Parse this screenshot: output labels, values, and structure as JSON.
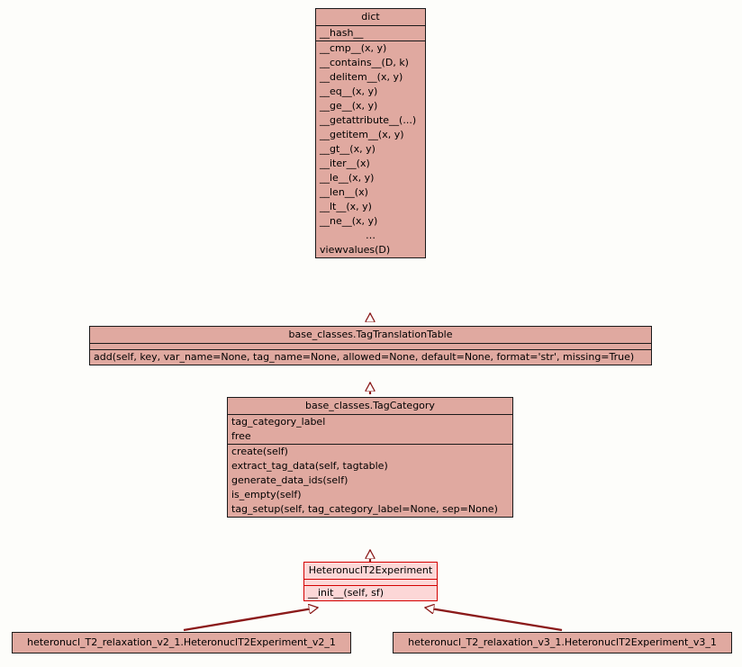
{
  "diagram": {
    "kind": "uml-class-inheritance-diagram",
    "background_color": "#fdfdfa",
    "node_fill": "#e0a9a0",
    "node_border": "#1a1a1a",
    "highlight_fill": "#fcd7d7",
    "highlight_border": "#d40000",
    "edge_color": "#8b1a1a",
    "arrowhead": "hollow-triangle-inheritance"
  },
  "nodes": {
    "dict": {
      "title": "dict",
      "attributes": [
        "__hash__"
      ],
      "methods": [
        "__cmp__(x, y)",
        "__contains__(D, k)",
        "__delitem__(x, y)",
        "__eq__(x, y)",
        "__ge__(x, y)",
        "__getattribute__(...)",
        "__getitem__(x, y)",
        "__gt__(x, y)",
        "__iter__(x)",
        "__le__(x, y)",
        "__len__(x)",
        "__lt__(x, y)",
        "__ne__(x, y)",
        "…",
        "viewvalues(D)"
      ]
    },
    "tag_translation_table": {
      "title": "base_classes.TagTranslationTable",
      "attributes": [],
      "methods": [
        "add(self, key, var_name=None, tag_name=None, allowed=None, default=None, format='str', missing=True)"
      ]
    },
    "tag_category": {
      "title": "base_classes.TagCategory",
      "attributes": [
        "tag_category_label",
        "free"
      ],
      "methods": [
        "create(self)",
        "extract_tag_data(self, tagtable)",
        "generate_data_ids(self)",
        "is_empty(self)",
        "tag_setup(self, tag_category_label=None, sep=None)"
      ]
    },
    "heteronucl_t2_experiment": {
      "title": "HeteronuclT2Experiment",
      "attributes": [],
      "methods": [
        "__init__(self, sf)"
      ]
    },
    "heteronucl_t2_experiment_v2_1": {
      "title": "heteronucl_T2_relaxation_v2_1.HeteronuclT2Experiment_v2_1"
    },
    "heteronucl_t2_experiment_v3_1": {
      "title": "heteronucl_T2_relaxation_v3_1.HeteronuclT2Experiment_v3_1"
    }
  },
  "edges": [
    {
      "from": "tag_translation_table",
      "to": "dict",
      "type": "inheritance"
    },
    {
      "from": "tag_category",
      "to": "tag_translation_table",
      "type": "inheritance"
    },
    {
      "from": "heteronucl_t2_experiment",
      "to": "tag_category",
      "type": "inheritance"
    },
    {
      "from": "heteronucl_t2_experiment_v2_1",
      "to": "heteronucl_t2_experiment",
      "type": "inheritance"
    },
    {
      "from": "heteronucl_t2_experiment_v3_1",
      "to": "heteronucl_t2_experiment",
      "type": "inheritance"
    }
  ]
}
